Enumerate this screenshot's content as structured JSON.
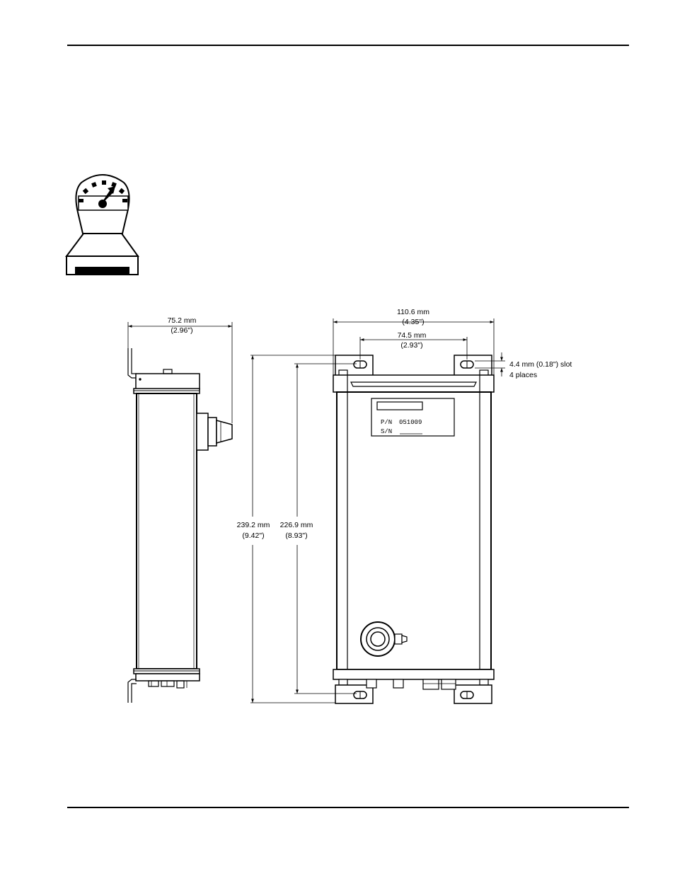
{
  "dimensions": {
    "side_width_mm": "75.2 mm",
    "side_width_in": "(2.96\")",
    "front_width_mm": "110.6 mm",
    "front_width_in": "(4.35\")",
    "slot_spacing_mm": "74.5 mm",
    "slot_spacing_in": "(2.93\")",
    "slot_size": "4.4 mm (0.18\") slot",
    "slot_count": "4 places",
    "overall_height_mm": "239.2 mm",
    "overall_height_in": "(9.42\")",
    "slot_height_mm": "226.9 mm",
    "slot_height_in": "(8.93\")"
  },
  "label_plate": {
    "pn_label": "P/N",
    "pn_value": "051009",
    "sn_label": "S/N"
  },
  "icon": "pressure-gauge-icon"
}
